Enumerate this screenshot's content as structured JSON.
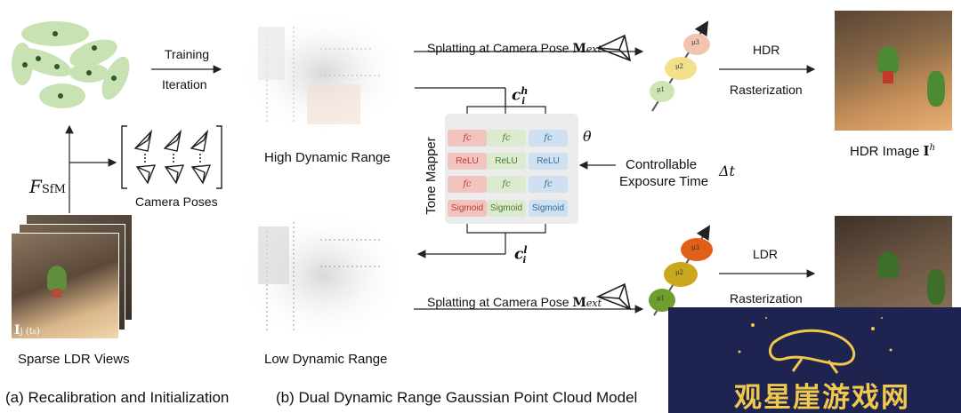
{
  "labels": {
    "training": "Training",
    "iteration": "Iteration",
    "fsfm": "F",
    "fsfm_sub": "SfM",
    "camera_poses": "Camera Poses",
    "sparse_ldr": "Sparse LDR Views",
    "ldr_view_symbol": "I",
    "ldr_view_sub": "j (t",
    "ldr_view_sub2": "s",
    "ldr_view_sub3": ")",
    "high_dr": "High Dynamic Range",
    "low_dr": "Low Dynamic Range",
    "splat_top": "Splatting at Camera Pose",
    "splat_bottom": "Splatting at Camera Pose",
    "m_symbol": "M",
    "m_sub": "ext",
    "c_symbol": "c",
    "c_sup_top": "h",
    "c_sup_bottom": "l",
    "c_sub": "i",
    "theta": "θ",
    "tone_mapper": "Tone Mapper",
    "controllable": "Controllable",
    "exposure_time": "Exposure Time",
    "delta_t": "Δt",
    "hdr": "HDR",
    "ldr": "LDR",
    "rasterization_top": "Rasterization",
    "rasterization_bottom": "Rasterization",
    "hdr_image": "HDR Image",
    "hdr_image_symbol": "I",
    "hdr_image_sup": "h",
    "mu1": "μ1",
    "mu2": "μ2",
    "mu3": "μ3"
  },
  "tone_mapper_columns": [
    {
      "layers": [
        "fc",
        "ReLU",
        "fc",
        "Sigmoid"
      ]
    },
    {
      "layers": [
        "fc",
        "ReLU",
        "fc",
        "Sigmoid"
      ]
    },
    {
      "layers": [
        "fc",
        "ReLU",
        "fc",
        "Sigmoid"
      ]
    }
  ],
  "captions": {
    "a": "(a) Recalibration and Initialization",
    "b": "(b) Dual Dynamic Range Gaussian Point Cloud Model"
  },
  "watermark": "观星崖游戏网",
  "colors": {
    "red_box": "#f2c4c0",
    "red_text": "#c0392b",
    "green_box": "#dcebd0",
    "green_text": "#4a7a2c",
    "blue_box": "#cfe0f0",
    "blue_text": "#2e6da4",
    "gaussian_green": "#c8e2b4",
    "watermark_bg": "#1f2350",
    "watermark_text": "#f0c84b"
  }
}
